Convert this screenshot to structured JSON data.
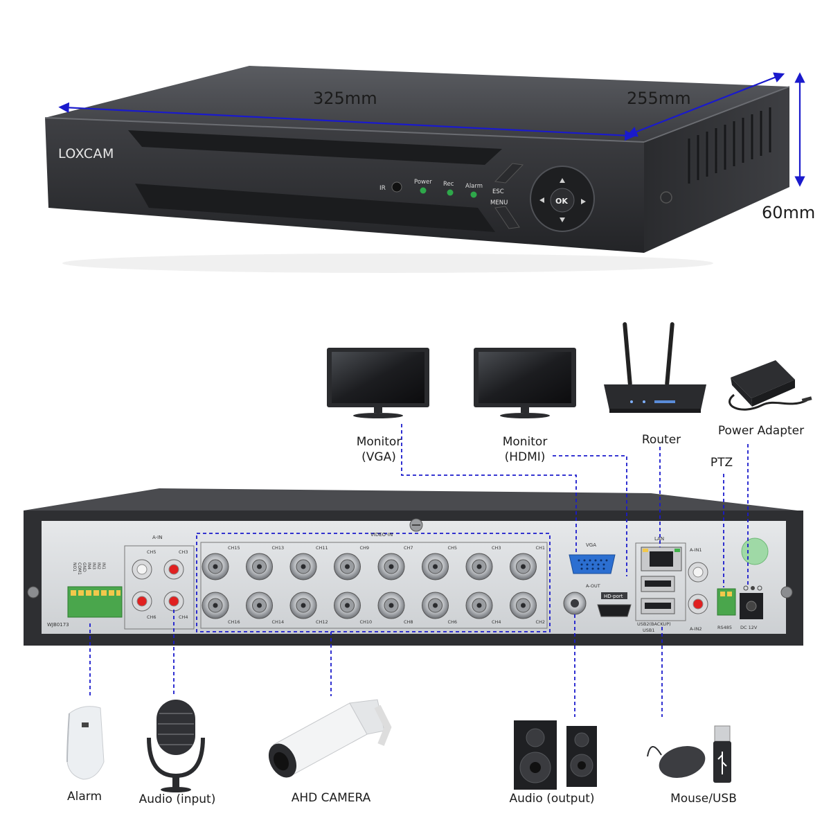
{
  "dimensions": {
    "length": "325mm",
    "width": "255mm",
    "height": "60mm"
  },
  "front_panel": {
    "brand": "LOXCAM",
    "ir_label": "IR",
    "leds": [
      "Power",
      "Rec",
      "Alarm"
    ],
    "esc_label": "ESC",
    "menu_label": "MENU",
    "ok_label": "OK"
  },
  "peripherals_top": {
    "monitor_vga": [
      "Monitor",
      "(VGA)"
    ],
    "monitor_hdmi": [
      "Monitor",
      "(HDMI)"
    ],
    "router": "Router",
    "power_adapter": "Power Adapter",
    "ptz": "PTZ"
  },
  "rear_panel": {
    "audio_in_header": "A-IN",
    "audio_in_channels": [
      "CH5",
      "CH3",
      "CH6",
      "CH4"
    ],
    "video_in_header": "VIDEO-IN",
    "video_top_row": [
      "CH15",
      "CH13",
      "CH11",
      "CH9",
      "CH7",
      "CH5",
      "CH3",
      "CH1"
    ],
    "video_bottom_row": [
      "CH16",
      "CH14",
      "CH12",
      "CH10",
      "CH8",
      "CH6",
      "CH4",
      "CH2"
    ],
    "vga": "VGA",
    "a_out": "A-OUT",
    "hd_port": "HD-port",
    "lan": "LAN",
    "usb2": "USB2(BACKUP)",
    "usb1": "USB1",
    "a_in1": "A-IN1",
    "a_in2": "A-IN2",
    "rs485": "RS485",
    "dc": "DC 12V",
    "model": "WJB0173",
    "alarm_pins": [
      "IN1",
      "IN2",
      "IN3",
      "IN4",
      "GND",
      "COM1",
      "NO1"
    ]
  },
  "peripherals_bottom": {
    "alarm": "Alarm",
    "audio_input": "Audio (input)",
    "ahd_camera": "AHD CAMERA",
    "audio_output": "Audio (output)",
    "mouse_usb": "Mouse/USB"
  },
  "colors": {
    "dimension_arrow": "#1a1acc",
    "connector_line": "#1a1acc",
    "dvr_body": "#3a3b3f",
    "rear_plate": "#d8dadc"
  }
}
